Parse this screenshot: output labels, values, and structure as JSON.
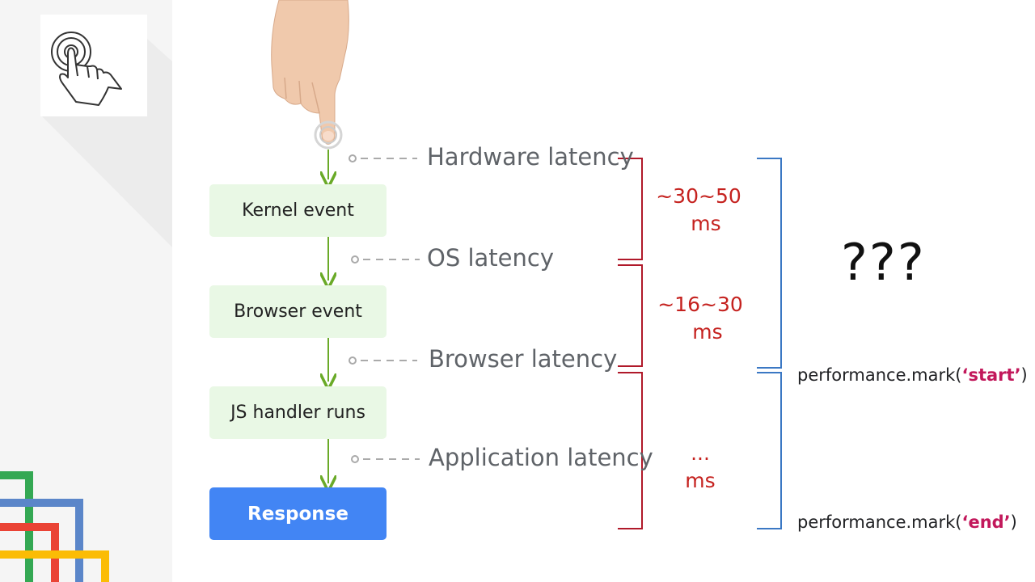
{
  "flow": {
    "boxes": [
      {
        "label": "Kernel event"
      },
      {
        "label": "Browser event"
      },
      {
        "label": "JS handler runs"
      },
      {
        "label": "Response"
      }
    ],
    "latencies": [
      {
        "label": "Hardware latency"
      },
      {
        "label": "OS latency"
      },
      {
        "label": "Browser latency"
      },
      {
        "label": "Application latency"
      }
    ]
  },
  "timings": {
    "range1": {
      "line1": "~30~50",
      "line2": "ms"
    },
    "range2": {
      "line1": "~16~30",
      "line2": "ms"
    },
    "range3": {
      "line1": "...",
      "line2": "ms"
    }
  },
  "unknown": {
    "text": "???"
  },
  "marks": {
    "start": {
      "prefix": "performance.mark(",
      "arg": "‘start’",
      "suffix": ")"
    },
    "end": {
      "prefix": "performance.mark(",
      "arg": "‘end’",
      "suffix": ")"
    }
  },
  "colors": {
    "flow_box": "#e9f8e5",
    "response_box": "#4285f4",
    "arrow": "#6aaa28",
    "red_bracket": "#b0192a",
    "blue_bracket": "#3b78c4",
    "mark_arg": "#c2185b"
  },
  "icons": [
    "tap-gesture-icon",
    "finger-hand-image",
    "google-lines-logo"
  ]
}
